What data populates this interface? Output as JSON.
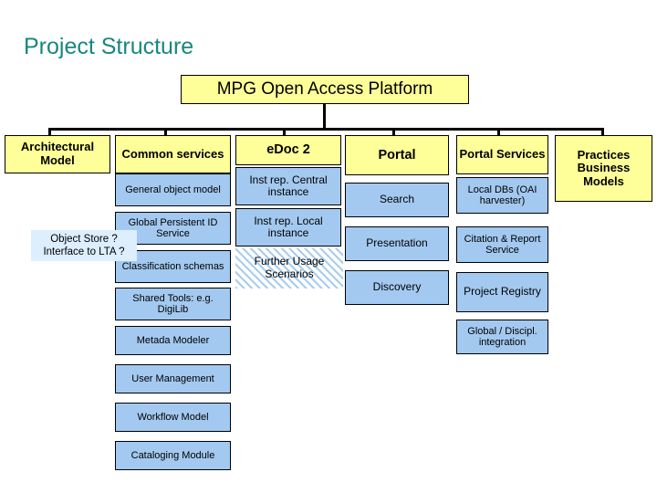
{
  "slide": {
    "title": "Project Structure",
    "title_color": "#19867f",
    "background": "#ffffff"
  },
  "colors": {
    "header_fill": "#ffff99",
    "leaf_fill": "#a3c9f0",
    "note_fill": "#ddeeff",
    "hatch_stripe": "#a8cdf0",
    "border": "#000000",
    "title": "#19867f"
  },
  "root": {
    "label": "MPG Open Access Platform"
  },
  "columns": [
    {
      "id": "architectural-model",
      "header": "Architectural Model",
      "items": []
    },
    {
      "id": "common-services",
      "header": "Common services",
      "items": [
        "General object model",
        "Global Persistent ID Service",
        "Classification schemas",
        "Shared Tools: e.g. DigiLib",
        "Metada Modeler",
        "User Management",
        "Workflow Model",
        "Cataloging Module"
      ]
    },
    {
      "id": "edoc-2",
      "header": "eDoc 2",
      "items": [
        "Inst rep. Central instance",
        "Inst  rep. Local instance"
      ],
      "hatched_item": "Further Usage Scenarios"
    },
    {
      "id": "portal",
      "header": "Portal",
      "items": [
        "Search",
        "Presentation",
        "Discovery"
      ]
    },
    {
      "id": "portal-services",
      "header": "Portal Services",
      "items": [
        "Local DBs (OAI harvester)",
        "Citation & Report Service",
        "Project Registry",
        "Global / Discipl. integration"
      ]
    },
    {
      "id": "practices-business-models",
      "header": "Practices Business Models",
      "items": []
    }
  ],
  "notes": [
    {
      "id": "object-store-note",
      "line1": "Object Store ?",
      "line2": "Interface to LTA ?"
    }
  ]
}
